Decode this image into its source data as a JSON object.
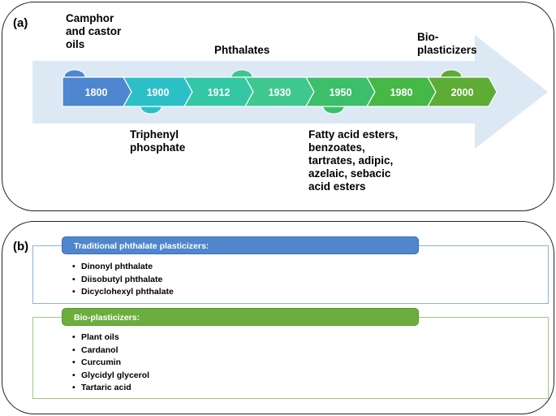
{
  "panel_a": {
    "label": "(a)",
    "timeline": [
      "1800",
      "1900",
      "1912",
      "1930",
      "1950",
      "1980",
      "2000"
    ],
    "annotations": {
      "camphor_lines": [
        "Camphor",
        "and castor",
        "oils"
      ],
      "phthalates": "Phthalates",
      "bio_lines": [
        "Bio-",
        "plasticizers"
      ],
      "triphenyl_lines": [
        "Triphenyl",
        "phosphate"
      ],
      "fatty_lines": [
        "Fatty acid esters,",
        "benzoates,",
        "tartrates, adipic,",
        "azelaic, sebacic",
        "acid esters"
      ]
    },
    "colors": {
      "arrow": "#dde8f5",
      "segments": [
        "#4e86cf",
        "#2dbfc8",
        "#33c7a6",
        "#3ec78f",
        "#3cbe6a",
        "#45b845",
        "#5eab36"
      ]
    }
  },
  "panel_b": {
    "label": "(b)",
    "traditional": {
      "header": "Traditional phthalate plasticizers:",
      "items": [
        "Dinonyl phthalate",
        "Diisobutyl phthalate",
        "Dicyclohexyl phthalate"
      ],
      "color": "#4f86cc"
    },
    "bio": {
      "header": "Bio-plasticizers:",
      "items": [
        "Plant oils",
        "Cardanol",
        "Curcumin",
        "Glycidyl glycerol",
        "Tartaric acid"
      ],
      "color": "#6cae3e"
    }
  }
}
